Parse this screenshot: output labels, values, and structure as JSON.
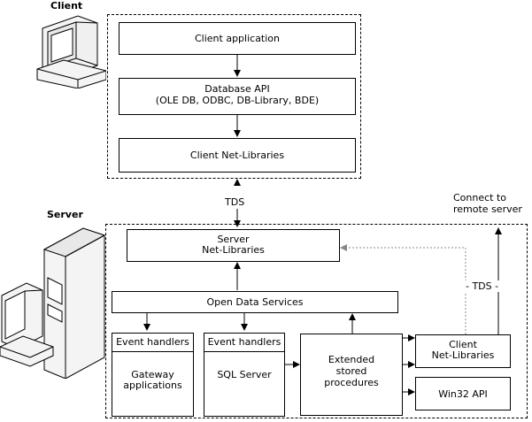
{
  "client": {
    "heading": "Client",
    "app_label": "Client application",
    "db_api_line1": "Database API",
    "db_api_line2": "(OLE DB, ODBC, DB-Library, BDE)",
    "netlib_label": "Client Net-Libraries"
  },
  "tds_label": "TDS",
  "server": {
    "heading": "Server",
    "netlib_line1": "Server",
    "netlib_line2": "Net-Libraries",
    "ods_label": "Open Data Services",
    "event_handlers_1": "Event handlers",
    "gateway_line1": "Gateway",
    "gateway_line2": "applications",
    "event_handlers_2": "Event handlers",
    "sql_server_label": "SQL Server",
    "esp_line1": "Extended",
    "esp_line2": "stored",
    "esp_line3": "procedures",
    "client_netlib_line1": "Client",
    "client_netlib_line2": "Net-Libraries",
    "win32_label": "Win32 API",
    "remote_tds_label": "- TDS -"
  },
  "connect_remote_line1": "Connect to",
  "connect_remote_line2": "remote server",
  "icons": [
    "client-computer-icon",
    "server-tower-icon"
  ]
}
